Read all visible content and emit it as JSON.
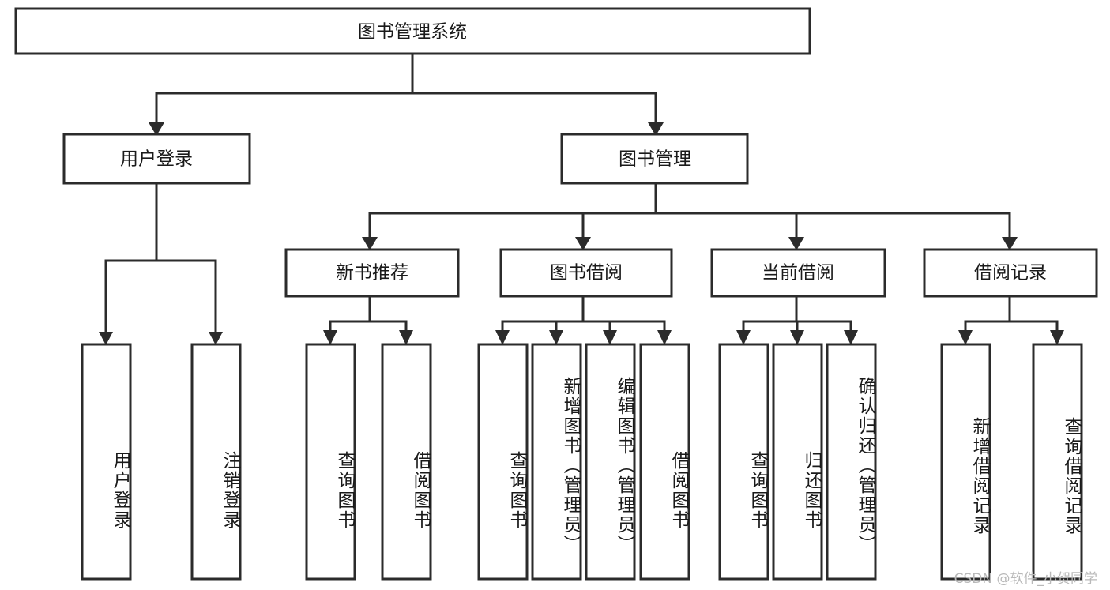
{
  "diagram": {
    "title": "图书管理系统",
    "watermark": "CSDN @软件_小贺同学",
    "colors": {
      "stroke": "#2b2b2b",
      "node_fill": "#ffffff",
      "text": "#1a1a1a",
      "background": "#ffffff",
      "watermark": "#b9b9b9"
    },
    "root": {
      "label": "图书管理系统"
    },
    "level1": [
      {
        "id": "user-login",
        "label": "用户登录"
      },
      {
        "id": "book-manage",
        "label": "图书管理"
      }
    ],
    "level2": [
      {
        "id": "new-book-recommend",
        "label": "新书推荐",
        "parent": "book-manage"
      },
      {
        "id": "book-borrow",
        "label": "图书借阅",
        "parent": "book-manage"
      },
      {
        "id": "current-borrow",
        "label": "当前借阅",
        "parent": "book-manage"
      },
      {
        "id": "borrow-record",
        "label": "借阅记录",
        "parent": "book-manage"
      }
    ],
    "leaves": [
      {
        "id": "leaf-user-login",
        "label": "用户登录",
        "parent": "user-login"
      },
      {
        "id": "leaf-user-logout",
        "label": "注销登录",
        "parent": "user-login"
      },
      {
        "id": "leaf-query-book-1",
        "label": "查询图书",
        "parent": "new-book-recommend"
      },
      {
        "id": "leaf-borrow-book-1",
        "label": "借阅图书",
        "parent": "new-book-recommend"
      },
      {
        "id": "leaf-query-book-2",
        "label": "查询图书",
        "parent": "book-borrow"
      },
      {
        "id": "leaf-add-book",
        "label": "新增图书（管理员）",
        "parent": "book-borrow"
      },
      {
        "id": "leaf-edit-book",
        "label": "编辑图书（管理员）",
        "parent": "book-borrow"
      },
      {
        "id": "leaf-borrow-book-2",
        "label": "借阅图书",
        "parent": "book-borrow"
      },
      {
        "id": "leaf-query-book-3",
        "label": "查询图书",
        "parent": "current-borrow"
      },
      {
        "id": "leaf-return-book",
        "label": "归还图书",
        "parent": "current-borrow"
      },
      {
        "id": "leaf-confirm-return",
        "label": "确认归还（管理员）",
        "parent": "current-borrow"
      },
      {
        "id": "leaf-add-record",
        "label": "新增借阅记录",
        "parent": "borrow-record"
      },
      {
        "id": "leaf-query-record",
        "label": "查询借阅记录",
        "parent": "borrow-record"
      }
    ]
  }
}
